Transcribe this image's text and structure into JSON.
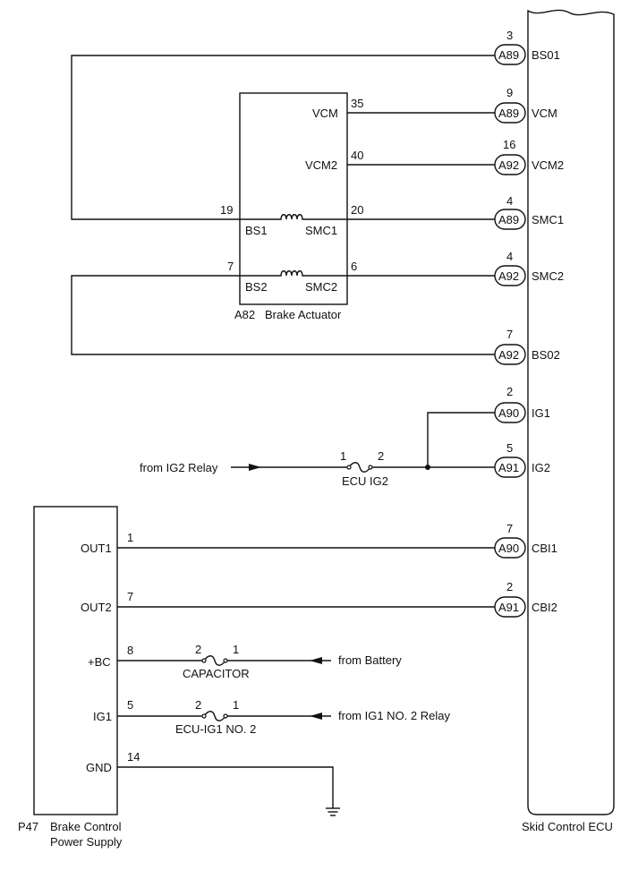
{
  "ecu": {
    "label": "Skid Control ECU",
    "pins": [
      {
        "num": "3",
        "conn": "A89",
        "name": "BS01"
      },
      {
        "num": "9",
        "conn": "A89",
        "name": "VCM"
      },
      {
        "num": "16",
        "conn": "A92",
        "name": "VCM2"
      },
      {
        "num": "4",
        "conn": "A89",
        "name": "SMC1"
      },
      {
        "num": "4",
        "conn": "A92",
        "name": "SMC2"
      },
      {
        "num": "7",
        "conn": "A92",
        "name": "BS02"
      },
      {
        "num": "2",
        "conn": "A90",
        "name": "IG1"
      },
      {
        "num": "5",
        "conn": "A91",
        "name": "IG2"
      },
      {
        "num": "7",
        "conn": "A90",
        "name": "CBI1"
      },
      {
        "num": "2",
        "conn": "A91",
        "name": "CBI2"
      }
    ]
  },
  "actuator": {
    "code": "A82",
    "name": "Brake Actuator",
    "pins": {
      "vcm_num": "35",
      "vcm": "VCM",
      "vcm2_num": "40",
      "vcm2": "VCM2",
      "bs1_num": "19",
      "bs1": "BS1",
      "smc1_num": "20",
      "smc1": "SMC1",
      "bs2_num": "7",
      "bs2": "BS2",
      "smc2_num": "6",
      "smc2": "SMC2"
    }
  },
  "ig2_feed": {
    "source": "from IG2 Relay",
    "fuse": "ECU IG2",
    "pin_left": "1",
    "pin_right": "2"
  },
  "power_supply": {
    "code": "P47",
    "name_line1": "Brake Control",
    "name_line2": "Power Supply",
    "pins": [
      {
        "label": "OUT1",
        "num": "1"
      },
      {
        "label": "OUT2",
        "num": "7"
      },
      {
        "label": "+BC",
        "num": "8"
      },
      {
        "label": "IG1",
        "num": "5"
      },
      {
        "label": "GND",
        "num": "14"
      }
    ]
  },
  "bc_feed": {
    "source": "from Battery",
    "fuse": "CAPACITOR",
    "pin_left": "2",
    "pin_right": "1"
  },
  "ig1_feed": {
    "source": "from IG1 NO. 2 Relay",
    "fuse": "ECU-IG1 NO. 2",
    "pin_left": "2",
    "pin_right": "1"
  }
}
